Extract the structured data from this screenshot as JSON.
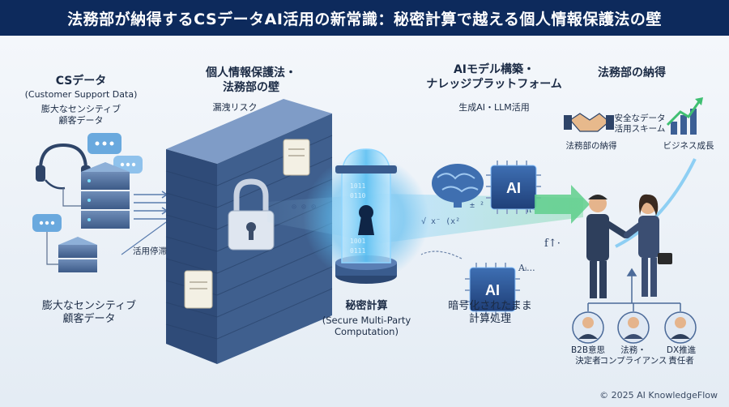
{
  "header": {
    "title": "法務部が納得するCSデータAI活用の新常識：秘密計算で越える個人情報保護法の壁"
  },
  "cs_data": {
    "title": "CSデータ",
    "subtitle": "(Customer Support Data)",
    "desc_line1": "膨大なセンシティブ",
    "desc_line2": "顧客データ",
    "bottom_line1": "膨大なセンシティブ",
    "bottom_line2": "顧客データ",
    "arrow_label": "活用停滞"
  },
  "wall": {
    "title_line1": "個人情報保護法・",
    "title_line2": "法務部の壁",
    "risk": "漏洩リスク"
  },
  "mpc": {
    "title": "秘密計算",
    "sub_line1": "(Secure Multi-Party",
    "sub_line2": "Computation)"
  },
  "ai": {
    "title_line1": "AIモデル構築・",
    "title_line2": "ナレッジプラットフォーム",
    "subtitle": "生成AI・LLM活用",
    "chip_label": "AI",
    "encrypted_line1": "暗号化されたまま",
    "encrypted_line2": "計算処理",
    "formula_label": "f↑·",
    "formula2": "Aᵢ..."
  },
  "legal": {
    "title": "法務部の納得",
    "icon_label1": "法務部の納得",
    "safe_line1": "安全なデータ",
    "safe_line2": "活用スキーム",
    "growth": "ビジネス成長"
  },
  "stakeholders": [
    {
      "line1": "B2B意思",
      "line2": "決定者"
    },
    {
      "line1": "法務・",
      "line2": "コンプライアンス"
    },
    {
      "line1": "DX推進",
      "line2": "責任者"
    }
  ],
  "footer": {
    "copyright": "© 2025 AI KnowledgeFlow"
  },
  "colors": {
    "header_bg": "#0d2a5c",
    "wall": "#3f5f8e",
    "glow": "#4fb8f0",
    "arrow": "#5fcf8c"
  }
}
